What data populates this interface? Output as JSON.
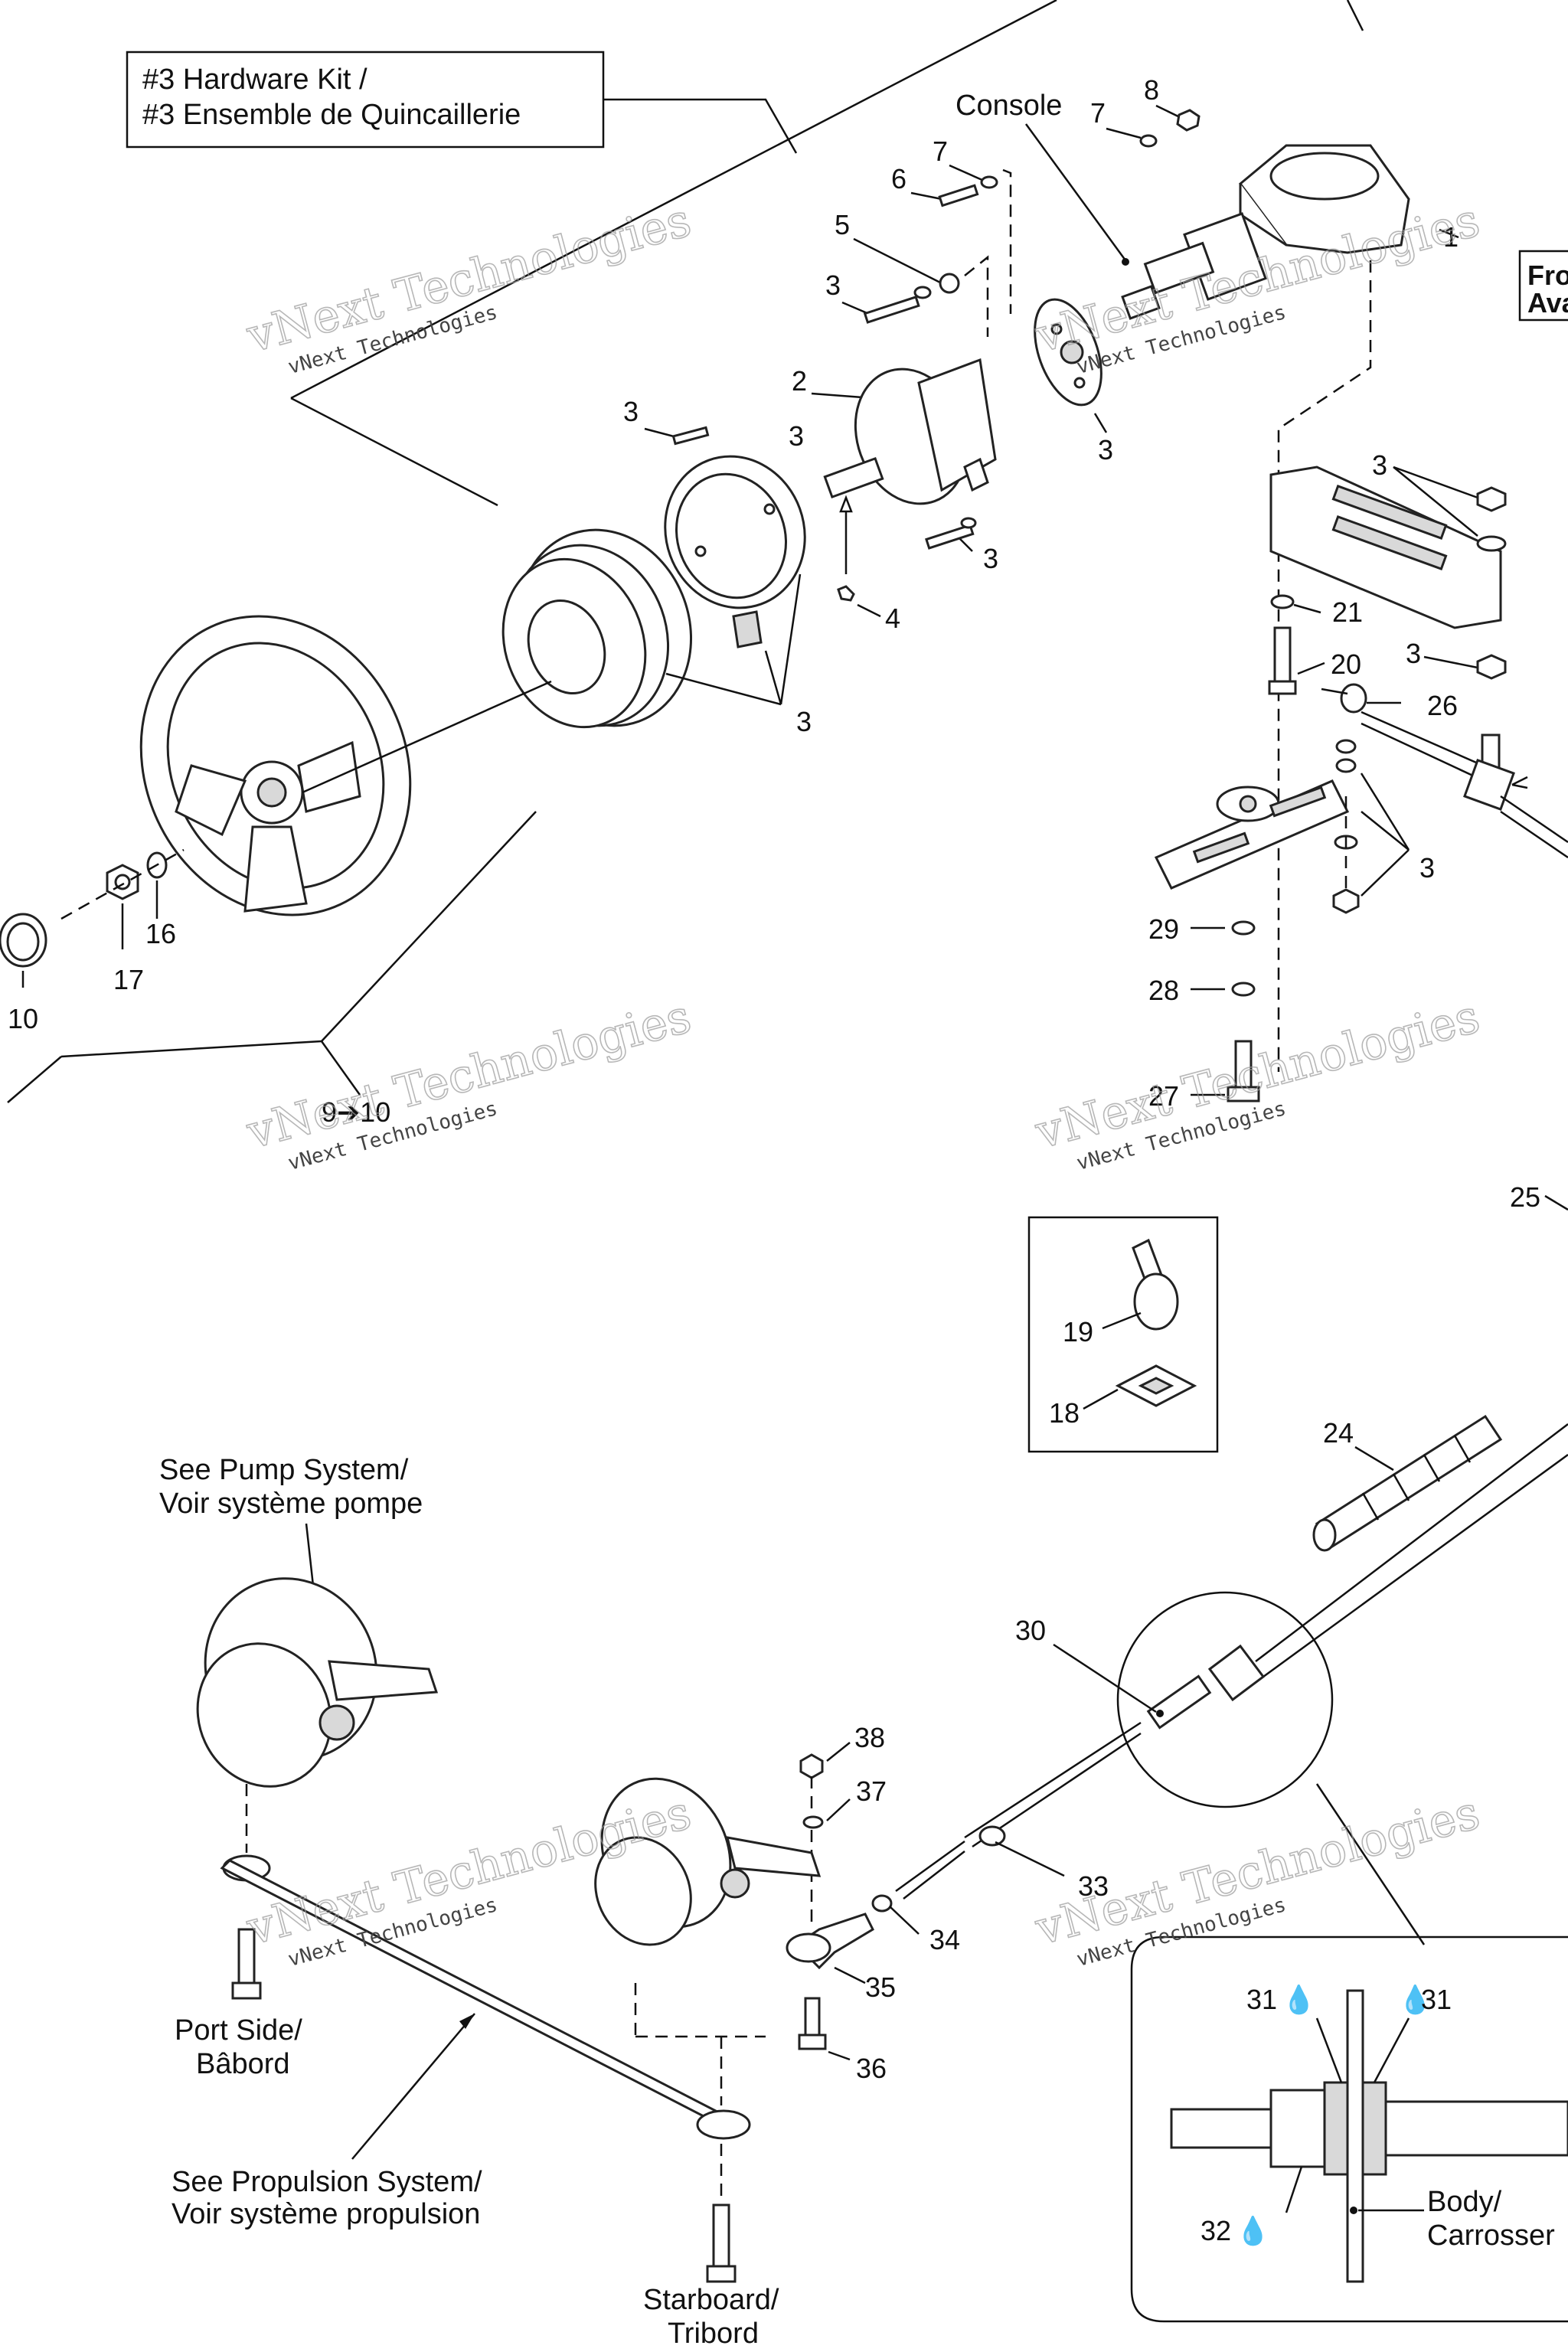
{
  "hardware_kit": {
    "line1": "#3 Hardware Kit /",
    "line2": "#3 Ensemble de Quincaillerie"
  },
  "labels": {
    "console": "Console",
    "see_pump_1": "See Pump System/",
    "see_pump_2": "Voir système pompe",
    "port_1": "Port Side/",
    "port_2": "Bâbord",
    "see_prop_1": "See Propulsion System/",
    "see_prop_2": "Voir système propulsion",
    "starboard_1": "Starboard/",
    "starboard_2": "Tribord",
    "body_1": "Body/",
    "body_2": "Carrosser",
    "front_1": "Fro",
    "front_2": "Ava",
    "range_9_10": "9➔10"
  },
  "watermark": {
    "big": "vNext Technologies",
    "small": "vNext Technologies"
  },
  "callouts": {
    "c1": "1",
    "c2": "2",
    "c3": "3",
    "c4": "4",
    "c5": "5",
    "c6": "6",
    "c7": "7",
    "c8": "8",
    "c10": "10",
    "c16": "16",
    "c17": "17",
    "c18": "18",
    "c19": "19",
    "c20": "20",
    "c21": "21",
    "c24": "24",
    "c25": "25",
    "c26": "26",
    "c27": "27",
    "c28": "28",
    "c29": "29",
    "c30": "30",
    "c31": "31",
    "c32": "32",
    "c33": "33",
    "c34": "34",
    "c35": "35",
    "c36": "36",
    "c37": "37",
    "c38": "38"
  },
  "drop_glyph": "💧"
}
